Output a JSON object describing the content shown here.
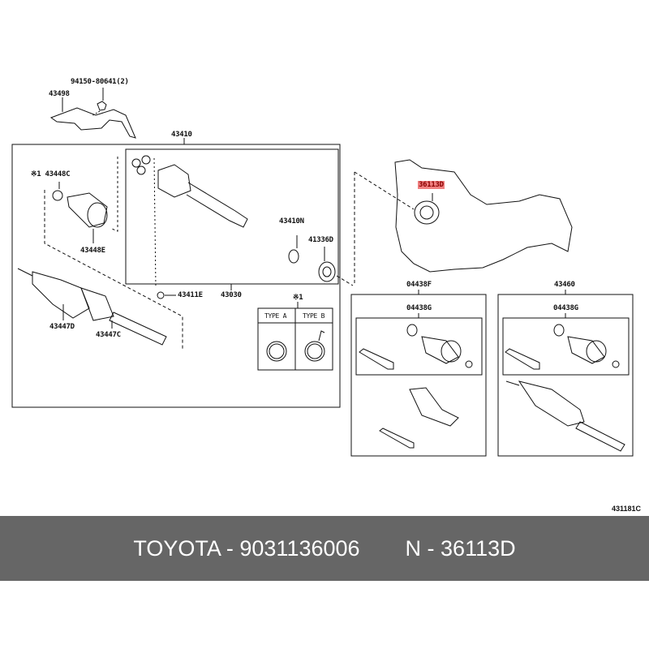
{
  "diagram": {
    "labels": {
      "bolt": "94150-80641(2)",
      "cover": "43498",
      "shaft_assembly": "43410",
      "clamp_inner": "※1 43448C",
      "boot_clamp": "43448E",
      "outer_joint": "43447D",
      "clamp_outer": "43447C",
      "snap_ring": "43410N",
      "oil_seal": "41336D",
      "hole_snap_ring": "43411E",
      "inner_joint": "43030",
      "note_mark": "※1",
      "type_a": "TYPE A",
      "type_b": "TYPE B",
      "highlighted_part": "36113D",
      "boot_kit_f": "04438F",
      "boot_kit_g1": "04438G",
      "shaft_set": "43460",
      "boot_kit_g2": "04438G"
    },
    "figure_code": "431181C",
    "highlight_color": "#f08080"
  },
  "footer": {
    "brand_part": "TOYOTA - 9031136006",
    "ref": "N - 36113D"
  }
}
